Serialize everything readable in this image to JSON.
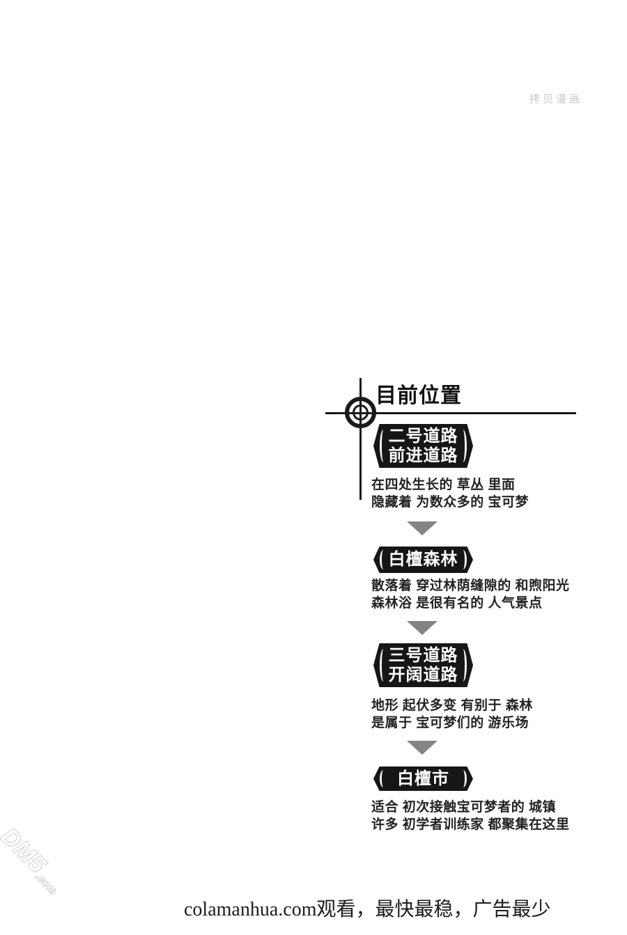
{
  "watermarks": {
    "top_right": "拷贝漫画",
    "logo_main": "DM5",
    "logo_suffix": ".com",
    "footer": "colamanhua.com观看，最快最稳，广告最少"
  },
  "map": {
    "title": "目前位置",
    "sections": [
      {
        "badge_line1": "二号道路",
        "badge_line2": "前进道路",
        "desc_line1": "在四处生长的 草丛 里面",
        "desc_line2": "隐藏着 为数众多的 宝可梦"
      },
      {
        "badge_line1": "白檀森林",
        "badge_line2": "",
        "desc_line1": "散落着 穿过林荫缝隙的 和煦阳光",
        "desc_line2": "森林浴 是很有名的 人气景点"
      },
      {
        "badge_line1": "三号道路",
        "badge_line2": "开阔道路",
        "desc_line1": "地形 起伏多变 有别于 森林",
        "desc_line2": "是属于 宝可梦们的 游乐场"
      },
      {
        "badge_line1": "白檀市",
        "badge_line2": "",
        "desc_line1": "适合 初次接触宝可梦者的 城镇",
        "desc_line2": "许多 初学者训练家 都聚集在这里"
      }
    ]
  },
  "colors": {
    "badge_bg": "#161616",
    "badge_text": "#ffffff",
    "arrow": "#848484",
    "crosshair": "#1a1a1a",
    "desc_text": "#232323",
    "watermark_gray": "#c7c7c7"
  }
}
